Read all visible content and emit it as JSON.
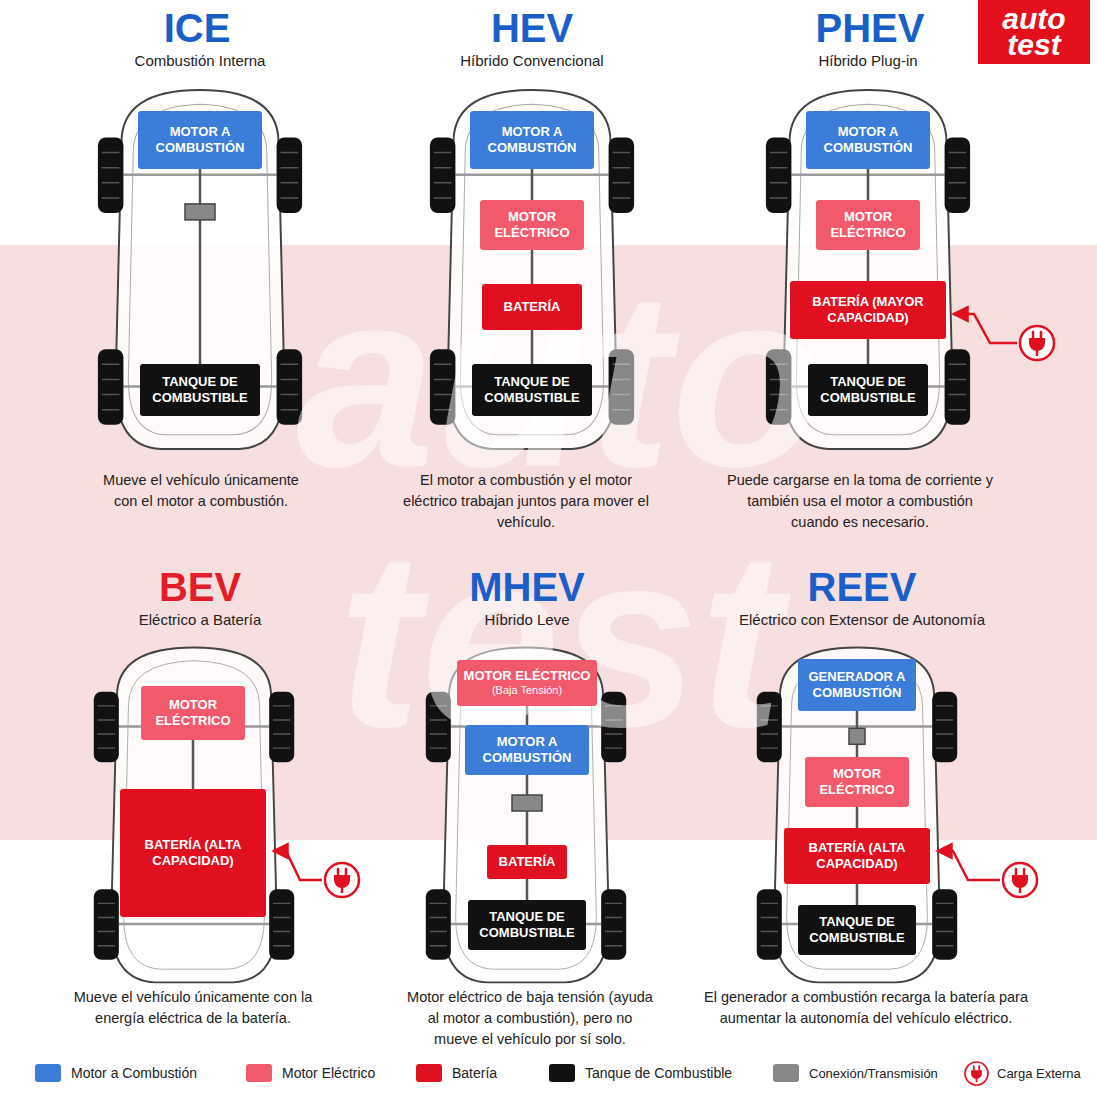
{
  "diagram": {
    "nodes": [
      {
        "text": [
          "MOTOR A COMBUSTIÓN"
        ]
      },
      {
        "text": [
          "TANQUE DE COMBUSTIBLE"
        ]
      },
      {
        "text": [
          "MOTOR A COMBUSTIÓN"
        ]
      },
      {
        "text": [
          "MOTOR ELÉCTRICO"
        ]
      },
      {
        "text": [
          "BATERÍA"
        ]
      },
      {
        "text": [
          "TANQUE DE COMBUSTIBLE"
        ]
      },
      {
        "text": [
          "MOTOR A COMBUSTIÓN"
        ]
      },
      {
        "text": [
          "MOTOR ELÉCTRICO"
        ]
      },
      {
        "text": [
          "BATERÍA (MAYOR CAPACIDAD)"
        ]
      },
      {
        "text": [
          "TANQUE DE COMBUSTIBLE"
        ]
      },
      {
        "text": [
          "MOTOR ELÉCTRICO"
        ]
      },
      {
        "text": [
          "BATERÍA (ALTA CAPACIDAD)"
        ]
      },
      {
        "text": [
          "MOTOR ELÉCTRICO",
          "(Baja Tensión)"
        ]
      },
      {
        "text": [
          "MOTOR A COMBUSTIÓN"
        ]
      },
      {
        "text": [
          "BATERÍA"
        ]
      },
      {
        "text": [
          "TANQUE DE COMBUSTIBLE"
        ]
      },
      {
        "text": [
          "GENERADOR A COMBUSTIÓN"
        ]
      },
      {
        "text": [
          "MOTOR ELÉCTRICO"
        ]
      },
      {
        "text": [
          "BATERÍA (ALTA CAPACIDAD)"
        ]
      },
      {
        "text": [
          "TANQUE DE COMBUSTIBLE"
        ]
      }
    ],
    "edges": [
      {
        "from": 0,
        "to": 1,
        "arrow": "none"
      },
      {
        "from": 2,
        "to": 3,
        "arrow": "none"
      },
      {
        "from": 3,
        "to": 4,
        "arrow": "none"
      },
      {
        "from": 4,
        "to": 5,
        "arrow": "none"
      },
      {
        "from": 6,
        "to": 7,
        "arrow": "none"
      },
      {
        "from": 7,
        "to": 8,
        "arrow": "none"
      },
      {
        "from": 8,
        "to": 9,
        "arrow": "none"
      },
      {
        "from": 10,
        "to": 11,
        "arrow": "none"
      },
      {
        "from": 12,
        "to": 13,
        "arrow": "none"
      },
      {
        "from": 13,
        "to": 14,
        "arrow": "none"
      },
      {
        "from": 14,
        "to": 15,
        "arrow": "none"
      },
      {
        "from": 16,
        "to": 17,
        "arrow": "none"
      },
      {
        "from": 17,
        "to": 18,
        "arrow": "none"
      },
      {
        "from": 18,
        "to": 19,
        "arrow": "none"
      }
    ],
    "labels": [
      "auto",
      "test",
      "ICE",
      "Combustión Interna",
      "Mueve el vehículo únicamente con el motor a combustión.",
      "HEV",
      "Híbrido Convencional",
      "El motor a combustión y el motor eléctrico trabajan juntos para mover el vehículo.",
      "PHEV",
      "Híbrido Plug-in",
      "Puede cargarse en la toma de corriente y también usa el motor a combustión cuando es necesario.",
      "BEV",
      "Eléctrico a Batería",
      "Mueve el vehículo únicamente con la energía eléctrica de la batería.",
      "MHEV",
      "Híbrido Leve",
      "Motor eléctrico de baja tensión (ayuda al motor a combustión), pero no mueve el vehículo por sí solo.",
      "REEV",
      "Eléctrico con Extensor de Autonomía",
      "El generador a combustión recarga la batería para aumentar la autonomía del vehículo eléctrico.",
      "auto",
      "test"
    ],
    "legend": [
      {
        "text": "Motor a Combustión",
        "color": "#3b7dd8"
      },
      {
        "text": "Motor Eléctrico",
        "color": "#f2596b"
      },
      {
        "text": "Batería",
        "color": "#e01020"
      },
      {
        "text": "Tanque de Combustible",
        "color": "#111111"
      },
      {
        "text": "Conexión/Transmisión",
        "color": "#888888"
      },
      {
        "text": "Carga Externa"
      }
    ]
  }
}
